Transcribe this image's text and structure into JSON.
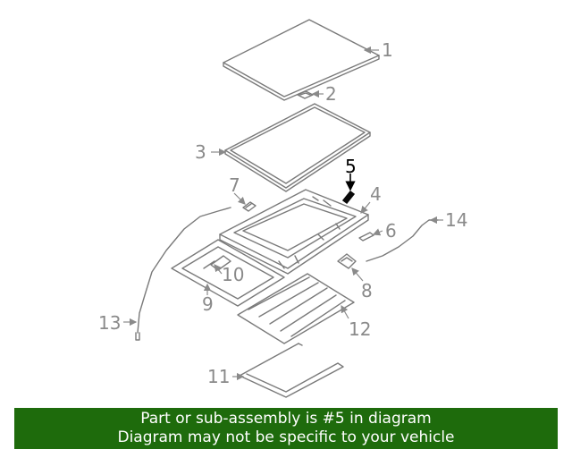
{
  "callouts": {
    "c1": "1",
    "c2": "2",
    "c3": "3",
    "c4": "4",
    "c5": "5",
    "c6": "6",
    "c7": "7",
    "c8": "8",
    "c9": "9",
    "c10": "10",
    "c11": "11",
    "c12": "12",
    "c13": "13",
    "c14": "14"
  },
  "highlighted_part": "5",
  "colors": {
    "banner_bg": "#1e6b0c",
    "banner_text": "#ffffff",
    "line_art": "#7a7a7a",
    "highlight": "#000000"
  },
  "banner": {
    "line1": "Part or sub-assembly is #5 in diagram",
    "line2": "Diagram may not be specific to your vehicle"
  }
}
